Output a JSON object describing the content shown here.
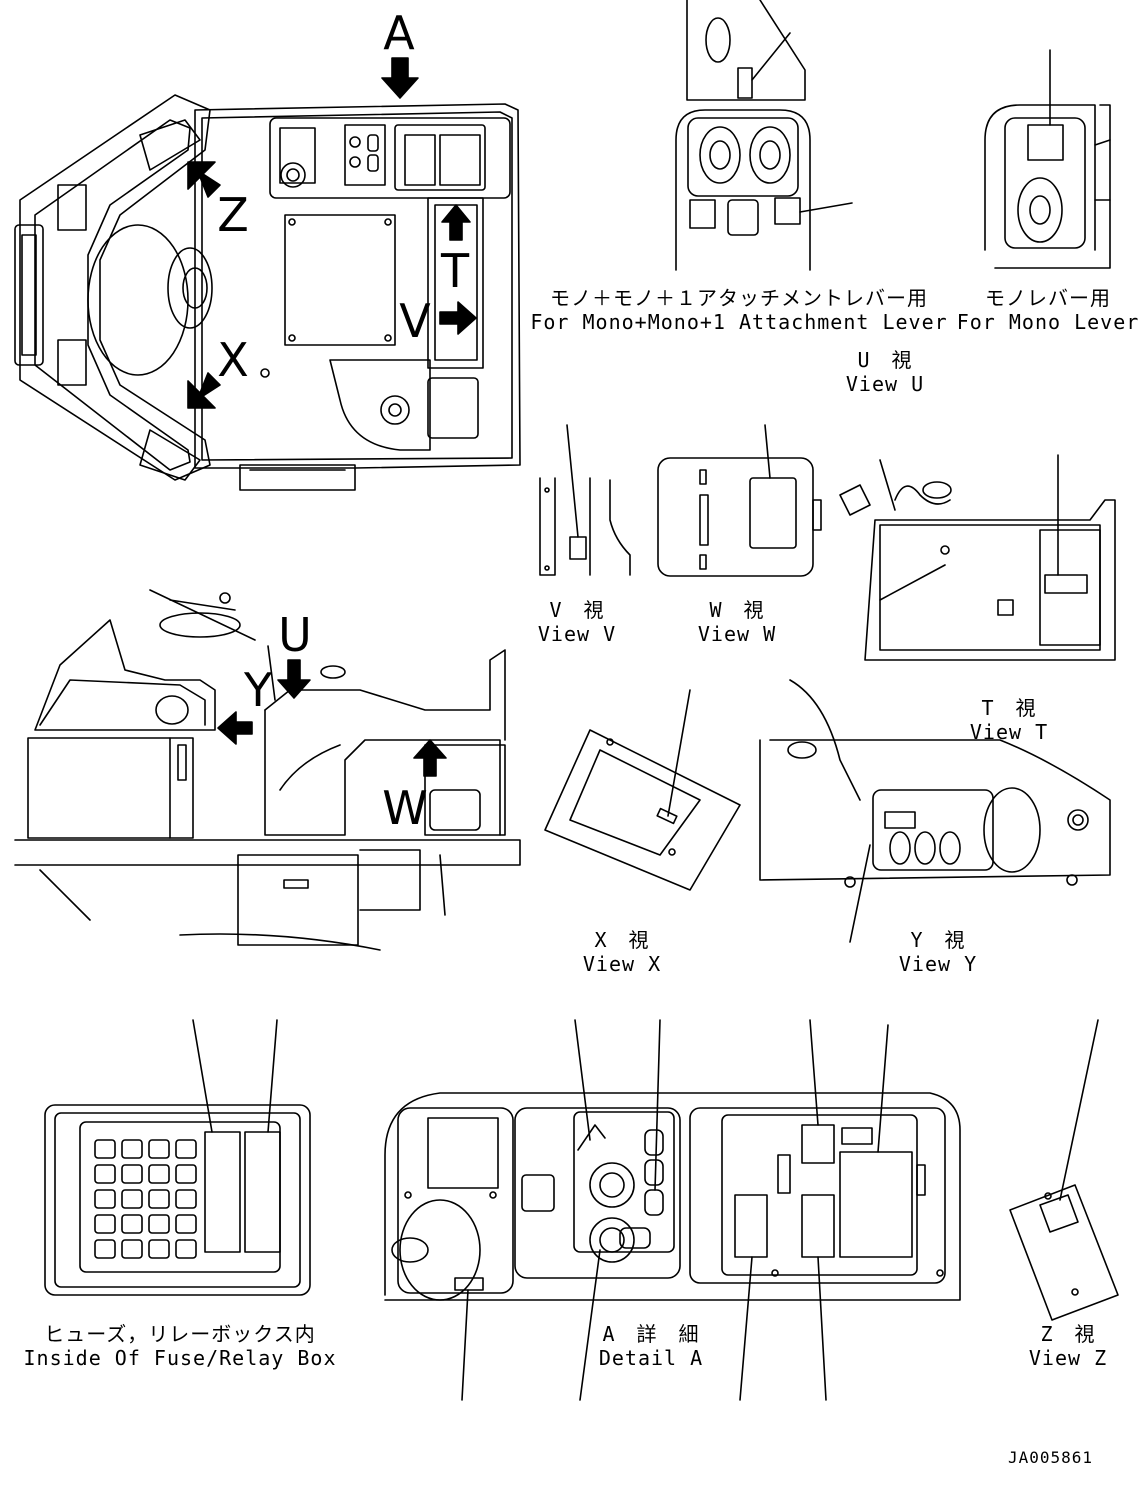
{
  "letters": {
    "A": "A",
    "Z": "Z",
    "X": "X",
    "T": "T",
    "V": "V",
    "U": "U",
    "Y": "Y",
    "W": "W"
  },
  "view_u": {
    "caption_jp_left": "モノ＋モノ＋１アタッチメントレバー用",
    "caption_en_left": "For Mono+Mono+1 Attachment Lever",
    "caption_jp_right": "モノレバー用",
    "caption_en_right": "For Mono Lever",
    "title_jp": "U　視",
    "title_en": "View U"
  },
  "view_v": {
    "title_jp": "V　視",
    "title_en": "View V"
  },
  "view_w": {
    "title_jp": "W　視",
    "title_en": "View W"
  },
  "view_t": {
    "title_jp": "T　視",
    "title_en": "View T"
  },
  "view_x": {
    "title_jp": "X　視",
    "title_en": "View X"
  },
  "view_y": {
    "title_jp": "Y　視",
    "title_en": "View Y"
  },
  "fuse_box": {
    "title_jp": "ヒューズ，リレーボックス内",
    "title_en": "Inside Of Fuse/Relay Box"
  },
  "detail_a": {
    "title_jp": "A　詳　細",
    "title_en": "Detail A"
  },
  "view_z": {
    "title_jp": "Z　視",
    "title_en": "View Z"
  },
  "drawing_number": "JA005861"
}
